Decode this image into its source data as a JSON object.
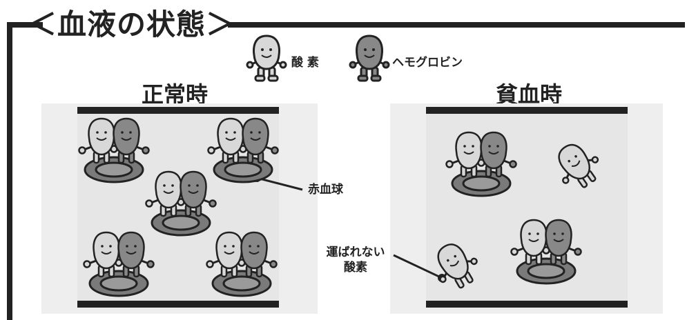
{
  "section_title": "＜血液の状態＞",
  "legend": {
    "oxygen_label": "酸 素",
    "hemoglobin_label": "ヘモグロビン"
  },
  "panels": {
    "normal_title": "正常時",
    "anemia_title": "貧血時"
  },
  "callouts": {
    "red_blood_cell": "赤血球",
    "unbound_oxygen_line1": "運ばれない",
    "unbound_oxygen_line2": "酸素"
  },
  "colors": {
    "oxygen": "#d8d8d8",
    "hemoglobin": "#888888",
    "outline": "#222222",
    "plate": "#7a7a7a",
    "vessel": "#ececec"
  }
}
